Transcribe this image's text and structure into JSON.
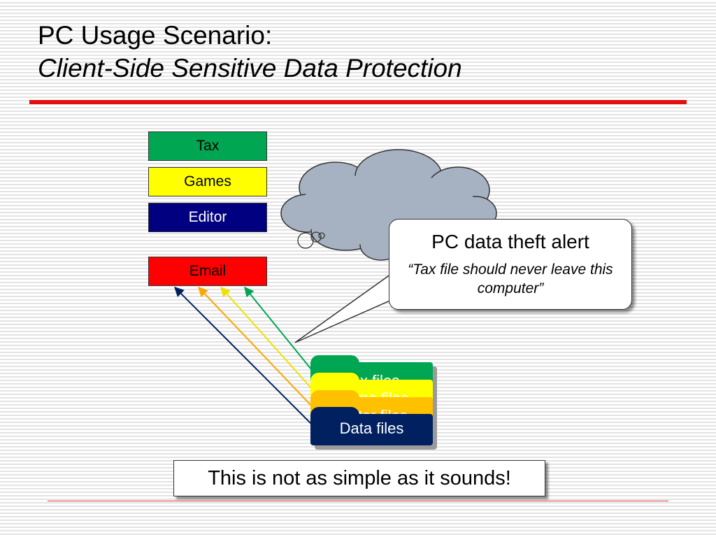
{
  "slide": {
    "title_line1": "PC Usage Scenario:",
    "title_line2": "Client-Side Sensitive Data Protection",
    "colors": {
      "accent_rule": "#e31010"
    }
  },
  "apps": [
    {
      "label": "Tax",
      "color": "#00a651",
      "text_color": "#000000"
    },
    {
      "label": "Games",
      "color": "#ffff00",
      "text_color": "#000000"
    },
    {
      "label": "Editor",
      "color": "#000080",
      "text_color": "#ffffff"
    },
    {
      "label": "Email",
      "color": "#ff0000",
      "text_color": "#000000"
    }
  ],
  "folders": [
    {
      "label": "Tax files",
      "color": "#00a651"
    },
    {
      "label": "Game files",
      "color": "#ffff00"
    },
    {
      "label": "Editor files",
      "color": "#ffc000"
    },
    {
      "label": "Data files",
      "color": "#002060"
    }
  ],
  "alert": {
    "heading": "PC data theft alert",
    "quote": "“Tax file should never leave this computer”"
  },
  "footer_note": "This is not as simple as it sounds!"
}
